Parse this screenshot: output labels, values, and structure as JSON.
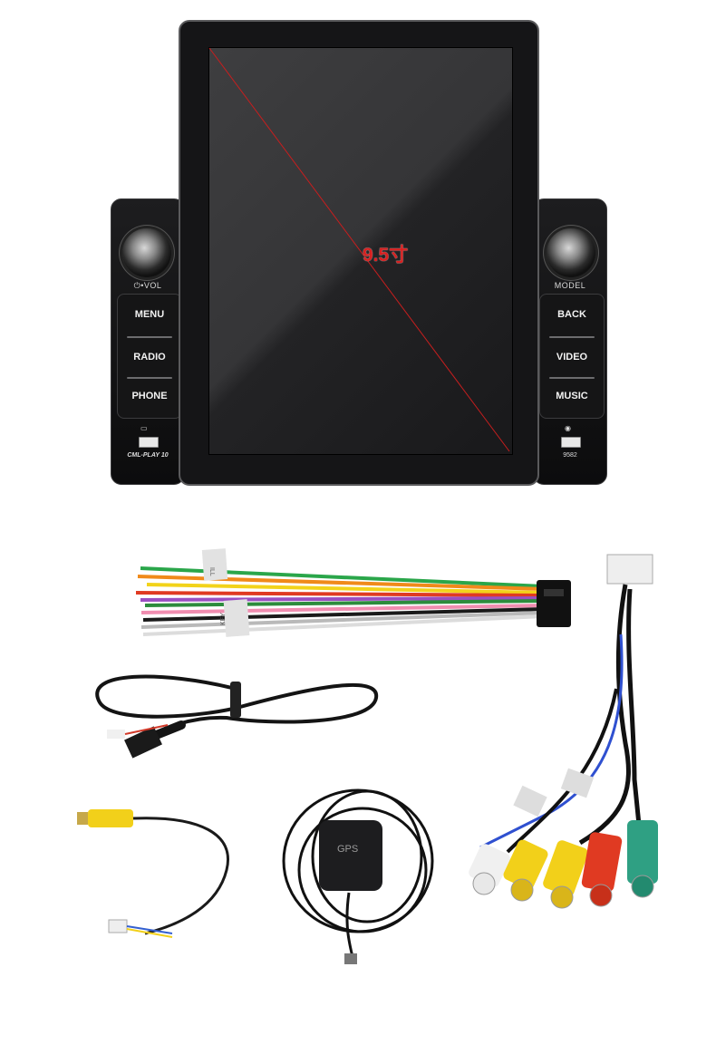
{
  "head_unit": {
    "screen_size_label": "9.5寸",
    "left_knob_label": "⏻•VOL",
    "right_knob_label": "MODEL",
    "left_buttons": [
      "MENU",
      "RADIO",
      "PHONE"
    ],
    "right_buttons": [
      "BACK",
      "VIDEO",
      "MUSIC"
    ],
    "left_model_text": "CML-PLAY 10",
    "right_model_text": "9582"
  },
  "accessories": {
    "harness_tags": [
      "ILL",
      "KEY"
    ],
    "gps_label": "GPS"
  },
  "colors": {
    "diagonal": "#d02020",
    "rca_white": "#f0f0f0",
    "rca_yellow": "#f2d01a",
    "rca_red": "#e03a22",
    "rca_green": "#2fa083"
  }
}
